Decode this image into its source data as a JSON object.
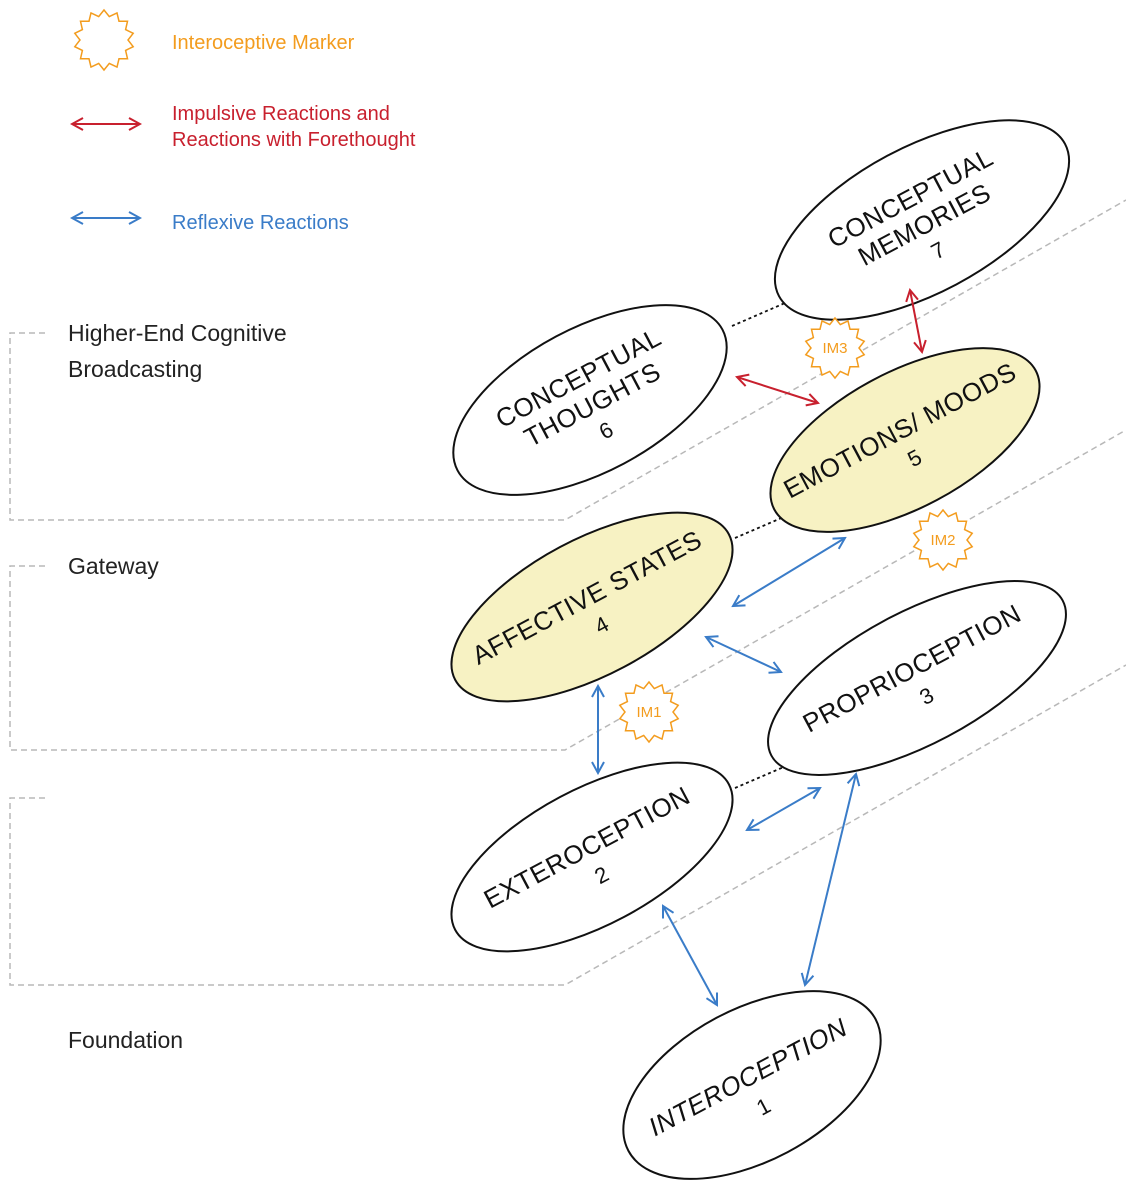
{
  "legend": {
    "marker": {
      "label": "Interoceptive Marker",
      "color": "#f39c1e"
    },
    "impulsive": {
      "label_line1": "Impulsive Reactions and",
      "label_line2": "Reactions with Forethought",
      "color": "#c8202e"
    },
    "reflexive": {
      "label": "Reflexive Reactions",
      "color": "#3a7cc8"
    }
  },
  "layers": {
    "higher_line1": "Higher-End Cognitive",
    "higher_line2": "Broadcasting",
    "gateway": "Gateway",
    "foundation": "Foundation"
  },
  "nodes": {
    "n1": {
      "line1": "INTEROCEPTION",
      "number": "1"
    },
    "n2": {
      "line1": "EXTEROCEPTION",
      "number": "2"
    },
    "n3": {
      "line1": "PROPRIOCEPTION",
      "number": "3"
    },
    "n4": {
      "line1": "AFFECTIVE STATES",
      "number": "4"
    },
    "n5": {
      "line1": "EMOTIONS/ MOODS",
      "number": "5"
    },
    "n6": {
      "line1": "CONCEPTUAL",
      "line2": "THOUGHTS",
      "number": "6"
    },
    "n7": {
      "line1": "CONCEPTUAL",
      "line2": "MEMORIES",
      "number": "7"
    }
  },
  "markers": {
    "im1": "IM1",
    "im2": "IM2",
    "im3": "IM3"
  },
  "colors": {
    "highlight_fill": "#f7f2c3",
    "node_fill": "#ffffff",
    "outline": "#111111",
    "guide": "#b8b8b8"
  }
}
